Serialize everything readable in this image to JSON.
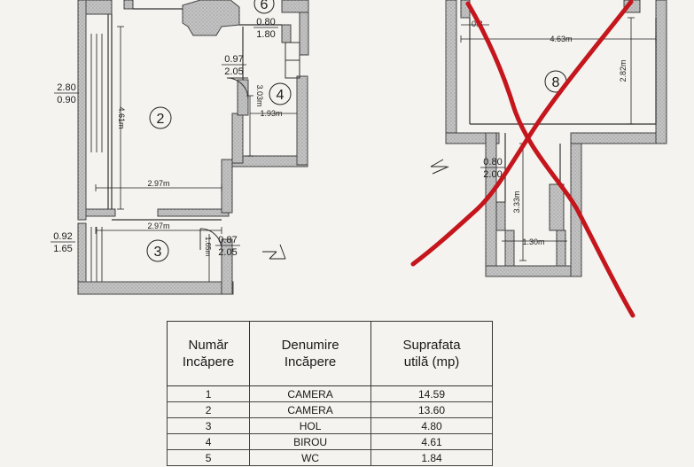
{
  "plan_left": {
    "rooms": [
      {
        "num": "2"
      },
      {
        "num": "3"
      },
      {
        "num": "4"
      },
      {
        "num": "6"
      }
    ],
    "dimensions": [
      "2.97m",
      "2.97m",
      "4.61m",
      "3.03m",
      "1.93m",
      "1.65m"
    ],
    "openings": [
      {
        "top": "0.80",
        "bottom": "1.80"
      },
      {
        "top": "0.97",
        "bottom": "2.05"
      },
      {
        "top": "2.80",
        "bottom": "0.90"
      },
      {
        "top": "0.92",
        "bottom": "1.65"
      },
      {
        "top": "0.87",
        "bottom": "2.05"
      }
    ]
  },
  "plan_right": {
    "room": {
      "num": "8"
    },
    "dimensions": [
      "4.63m",
      "2.82m",
      "3.33m",
      "1.30m",
      "0.8"
    ],
    "opening": {
      "top": "0.80",
      "bottom": "2.00"
    }
  },
  "colors": {
    "cross": "#c4161c",
    "wall_fill": "#b9b9b9",
    "ink": "#1c1c1c"
  },
  "table": {
    "headers": [
      {
        "line1": "Număr",
        "line2": "Incăpere"
      },
      {
        "line1": "Denumire",
        "line2": "Incăpere"
      },
      {
        "line1": "Suprafata",
        "line2": "utilă  (mp)"
      }
    ],
    "rows": [
      {
        "num": "1",
        "name": "CAMERA",
        "area": "14.59"
      },
      {
        "num": "2",
        "name": "CAMERA",
        "area": "13.60"
      },
      {
        "num": "3",
        "name": "HOL",
        "area": "4.80"
      },
      {
        "num": "4",
        "name": "BIROU",
        "area": "4.61"
      },
      {
        "num": "5",
        "name": "WC",
        "area": "1.84"
      }
    ]
  }
}
